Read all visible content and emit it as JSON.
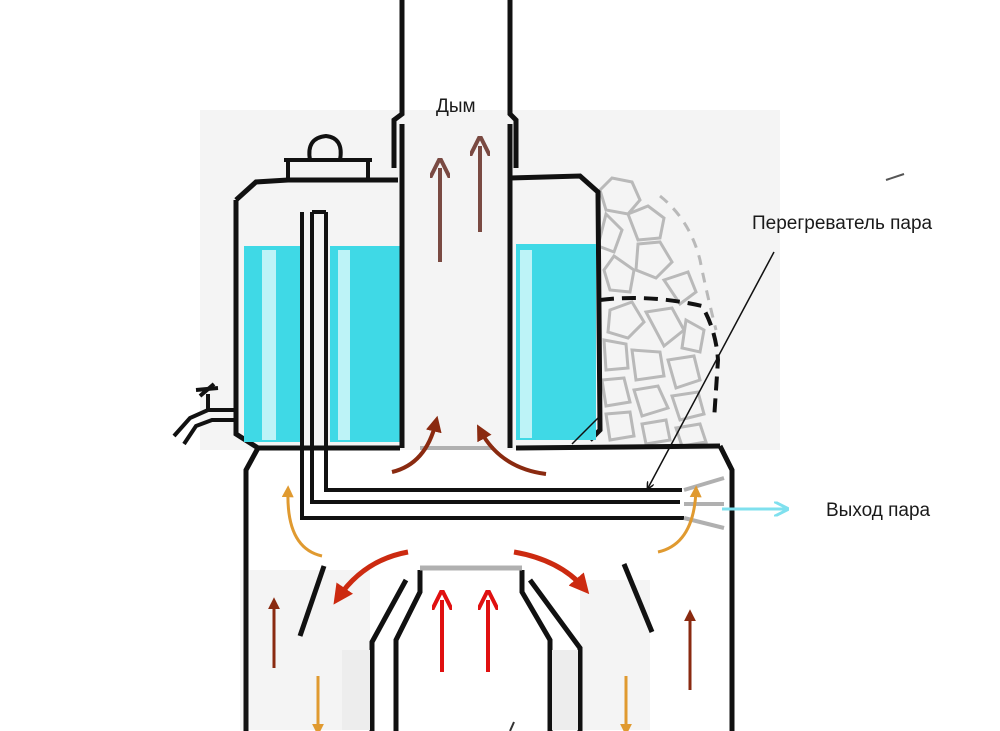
{
  "labels": {
    "smoke": "Дым",
    "superheater": "Перегреватель пара",
    "steam_outlet": "Выход пара"
  },
  "colors": {
    "outline": "#111111",
    "water": "#3fd9e6",
    "water_light": "#bdf3f7",
    "smoke_arrow": "#7a4a42",
    "flame_arrow": "#e01010",
    "hot_gas_arrow": "#cc2a10",
    "warm_arrow": "#e09a30",
    "steam_arrow": "#7fe0ee",
    "stone": "#b9b9b9"
  }
}
